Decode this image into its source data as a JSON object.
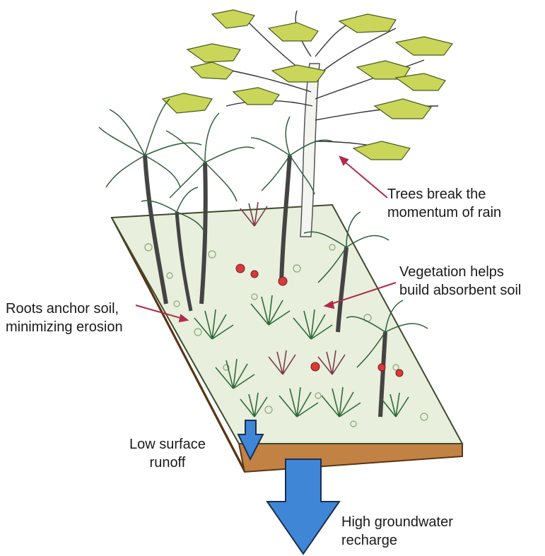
{
  "labels": {
    "trees": [
      "Trees break the",
      "momentum of rain"
    ],
    "vegetation": [
      "Vegetation helps",
      "build absorbent soil"
    ],
    "roots": [
      "Roots anchor soil,",
      "minimizing erosion"
    ],
    "runoff": [
      "Low surface",
      "runoff"
    ],
    "recharge": [
      "High groundwater",
      "recharge"
    ]
  },
  "colors": {
    "soil_top": "#e8efdc",
    "soil_side": "#b5773e",
    "soil_edge": "#7a4a1e",
    "leaf_light": "#c9d65a",
    "leaf_dark": "#2f6b3a",
    "palm": "#2e5f3c",
    "flower": "#d93a3a",
    "arrow_blue": "#3f86d6",
    "pointer": "#b02a4a"
  }
}
